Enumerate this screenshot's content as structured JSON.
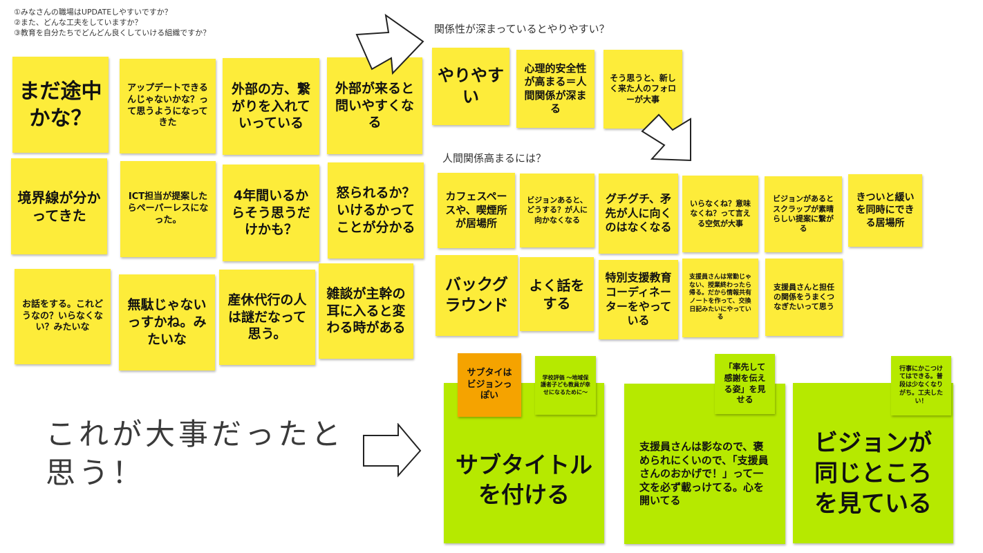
{
  "questions": [
    "①みなさんの職場はUPDATEしやすいですか？",
    "②また、どんな工夫をしていますか？",
    "③教育を自分たちでどんどん良くしていける組織ですか？"
  ],
  "headings": {
    "relation": "関係性が深まっているとやりやすい？",
    "human": "人間関係高まるには？",
    "important": "これが大事だったと思う！"
  },
  "left_notes": [
    "まだ途中かな？",
    "アップデートできるんじゃないかな？って思うようになってきた",
    "外部の方、繋がりを入れていっている",
    "外部が来ると問いやすくなる",
    "境界線が分かってきた",
    "ICT担当が提案したらペーパーレスになった。",
    "4年間いるからそう思うだけかも？",
    "怒られるか？いけるかってことが分かる",
    "お話をする。これどうなの？いらなくない？みたいな",
    "無駄じゃないっすかね。みたいな",
    "産休代行の人は謎だなって思う。",
    "雑談が主幹の耳に入ると変わる時がある"
  ],
  "relation_notes": [
    "やりやすい",
    "心理的安全性が高まる＝人間関係が深まる",
    "そう思うと、新しく来た人のフォローが大事"
  ],
  "human_notes": [
    "カフェスペースや、喫煙所が居場所",
    "ビジョンあると、どうする？が人に向かなくなる",
    "グチグチ、矛先が人に向くのはなくなる",
    "いらなくね？意味なくね？って言える空気が大事",
    "ビジョンがあるとスクラップが素晴らしい提案に繋がる",
    "きついと緩いを同時にできる居場所",
    "バックグラウンド",
    "よく話をする",
    "特別支援教育コーディネーターをやっている",
    "支援員さんは常勤じゃない、授業終わったら帰る。だから情報共有ノートを作って、交換日記みたいにやっている",
    "支援員さんと担任の関係をうまくつなぎたいって思う"
  ],
  "green_notes": {
    "subtitle": "サブタイトルを付ける",
    "subtitle_orange": "サブタイはビジョンっぽい",
    "subtitle_small": "学校評価 〜地域保護者子ども教員が幸せになるために〜",
    "supporter": "支援員さんは影なので、褒められにくいので、「支援員さんのおかげで！」って一文を必ず載っけてる。心を開いてる",
    "supporter_small": "「率先して感謝を伝える姿」を見せる",
    "vision": "ビジョンが同じところを見ている",
    "vision_small": "行事にかこつけてはできる。普段は少なくなりがち。工夫したい！"
  },
  "colors": {
    "yellow": "#fdec3a",
    "green": "#b6e900",
    "orange": "#f5a300"
  }
}
